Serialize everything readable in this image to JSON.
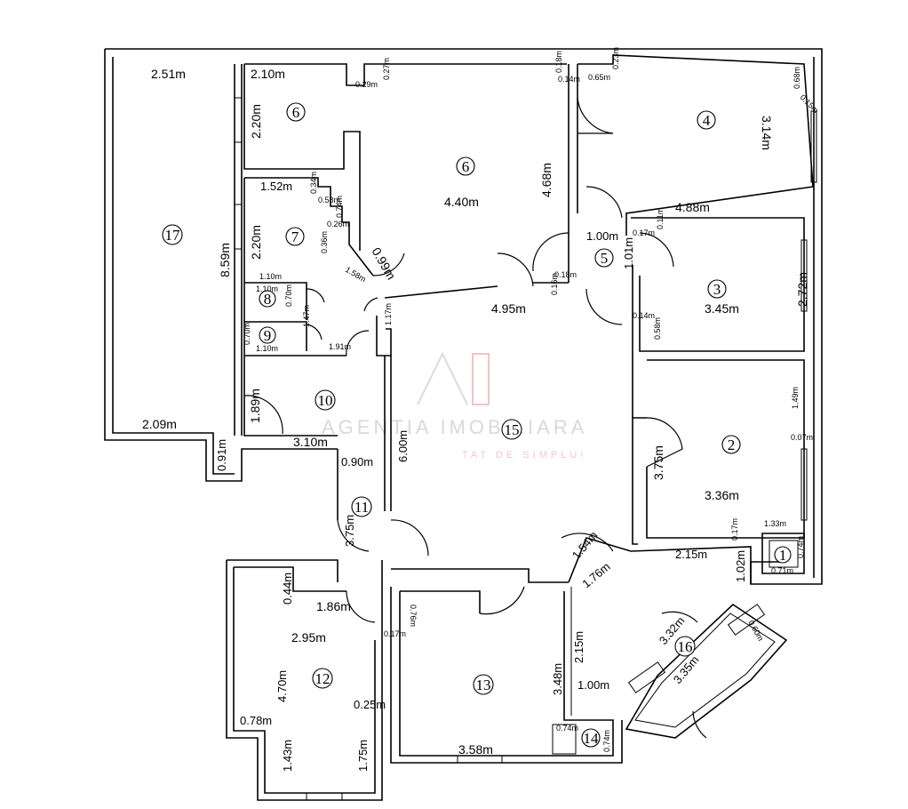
{
  "watermark": {
    "logo_text": "AI",
    "company": "AGENTIA IMOBILIARA",
    "tagline": "TAT DE SIMPLU!"
  },
  "rooms": [
    {
      "id": "r1",
      "label": "1"
    },
    {
      "id": "r2",
      "label": "2"
    },
    {
      "id": "r3",
      "label": "3"
    },
    {
      "id": "r4",
      "label": "4"
    },
    {
      "id": "r5",
      "label": "5"
    },
    {
      "id": "r6a",
      "label": "6"
    },
    {
      "id": "r6b",
      "label": "6"
    },
    {
      "id": "r7",
      "label": "7"
    },
    {
      "id": "r8",
      "label": "8"
    },
    {
      "id": "r9",
      "label": "9"
    },
    {
      "id": "r10",
      "label": "10"
    },
    {
      "id": "r11",
      "label": "11"
    },
    {
      "id": "r12",
      "label": "12"
    },
    {
      "id": "r13",
      "label": "13"
    },
    {
      "id": "r14",
      "label": "14"
    },
    {
      "id": "r15",
      "label": "15"
    },
    {
      "id": "r16",
      "label": "16"
    },
    {
      "id": "r17",
      "label": "17"
    }
  ],
  "dimensions": [
    "2.51m",
    "2.10m",
    "0.29m",
    "0.27m",
    "0.18m",
    "0.14m",
    "0.65m",
    "0.23m",
    "0.68m",
    "0.15m",
    "2.20m",
    "4.40m",
    "4.68m",
    "3.14m",
    "4.88m",
    "1.52m",
    "0.34m",
    "0.58m",
    "0.74m",
    "0.26m",
    "0.36m",
    "2.20m",
    "1.58m",
    "0.99m",
    "1.00m",
    "0.17m",
    "0.11m",
    "1.01m",
    "8.59m",
    "1.10m",
    "1.10m",
    "0.70m",
    "0.18m",
    "0.16m",
    "2.72m",
    "3.45m",
    "4.95m",
    "1.47m",
    "0.14m",
    "0.58m",
    "0.70m",
    "1.10m",
    "1.91m",
    "1.17m",
    "1.49m",
    "1.89m",
    "0.07m",
    "2.09m",
    "3.10m",
    "6.00m",
    "0.91m",
    "0.90m",
    "3.75m",
    "3.36m",
    "1.33m",
    "0.17m",
    "0.74m",
    "0.71m",
    "3.75m",
    "1.54m",
    "2.15m",
    "1.76m",
    "1.02m",
    "0.44m",
    "1.86m",
    "0.76m",
    "0.17m",
    "2.95m",
    "3.32m",
    "0.60m",
    "2.15m",
    "4.70m",
    "3.48m",
    "3.35m",
    "1.00m",
    "0.25m",
    "0.78m",
    "0.74m",
    "1.43m",
    "1.75m",
    "3.58m",
    "0.74m"
  ]
}
